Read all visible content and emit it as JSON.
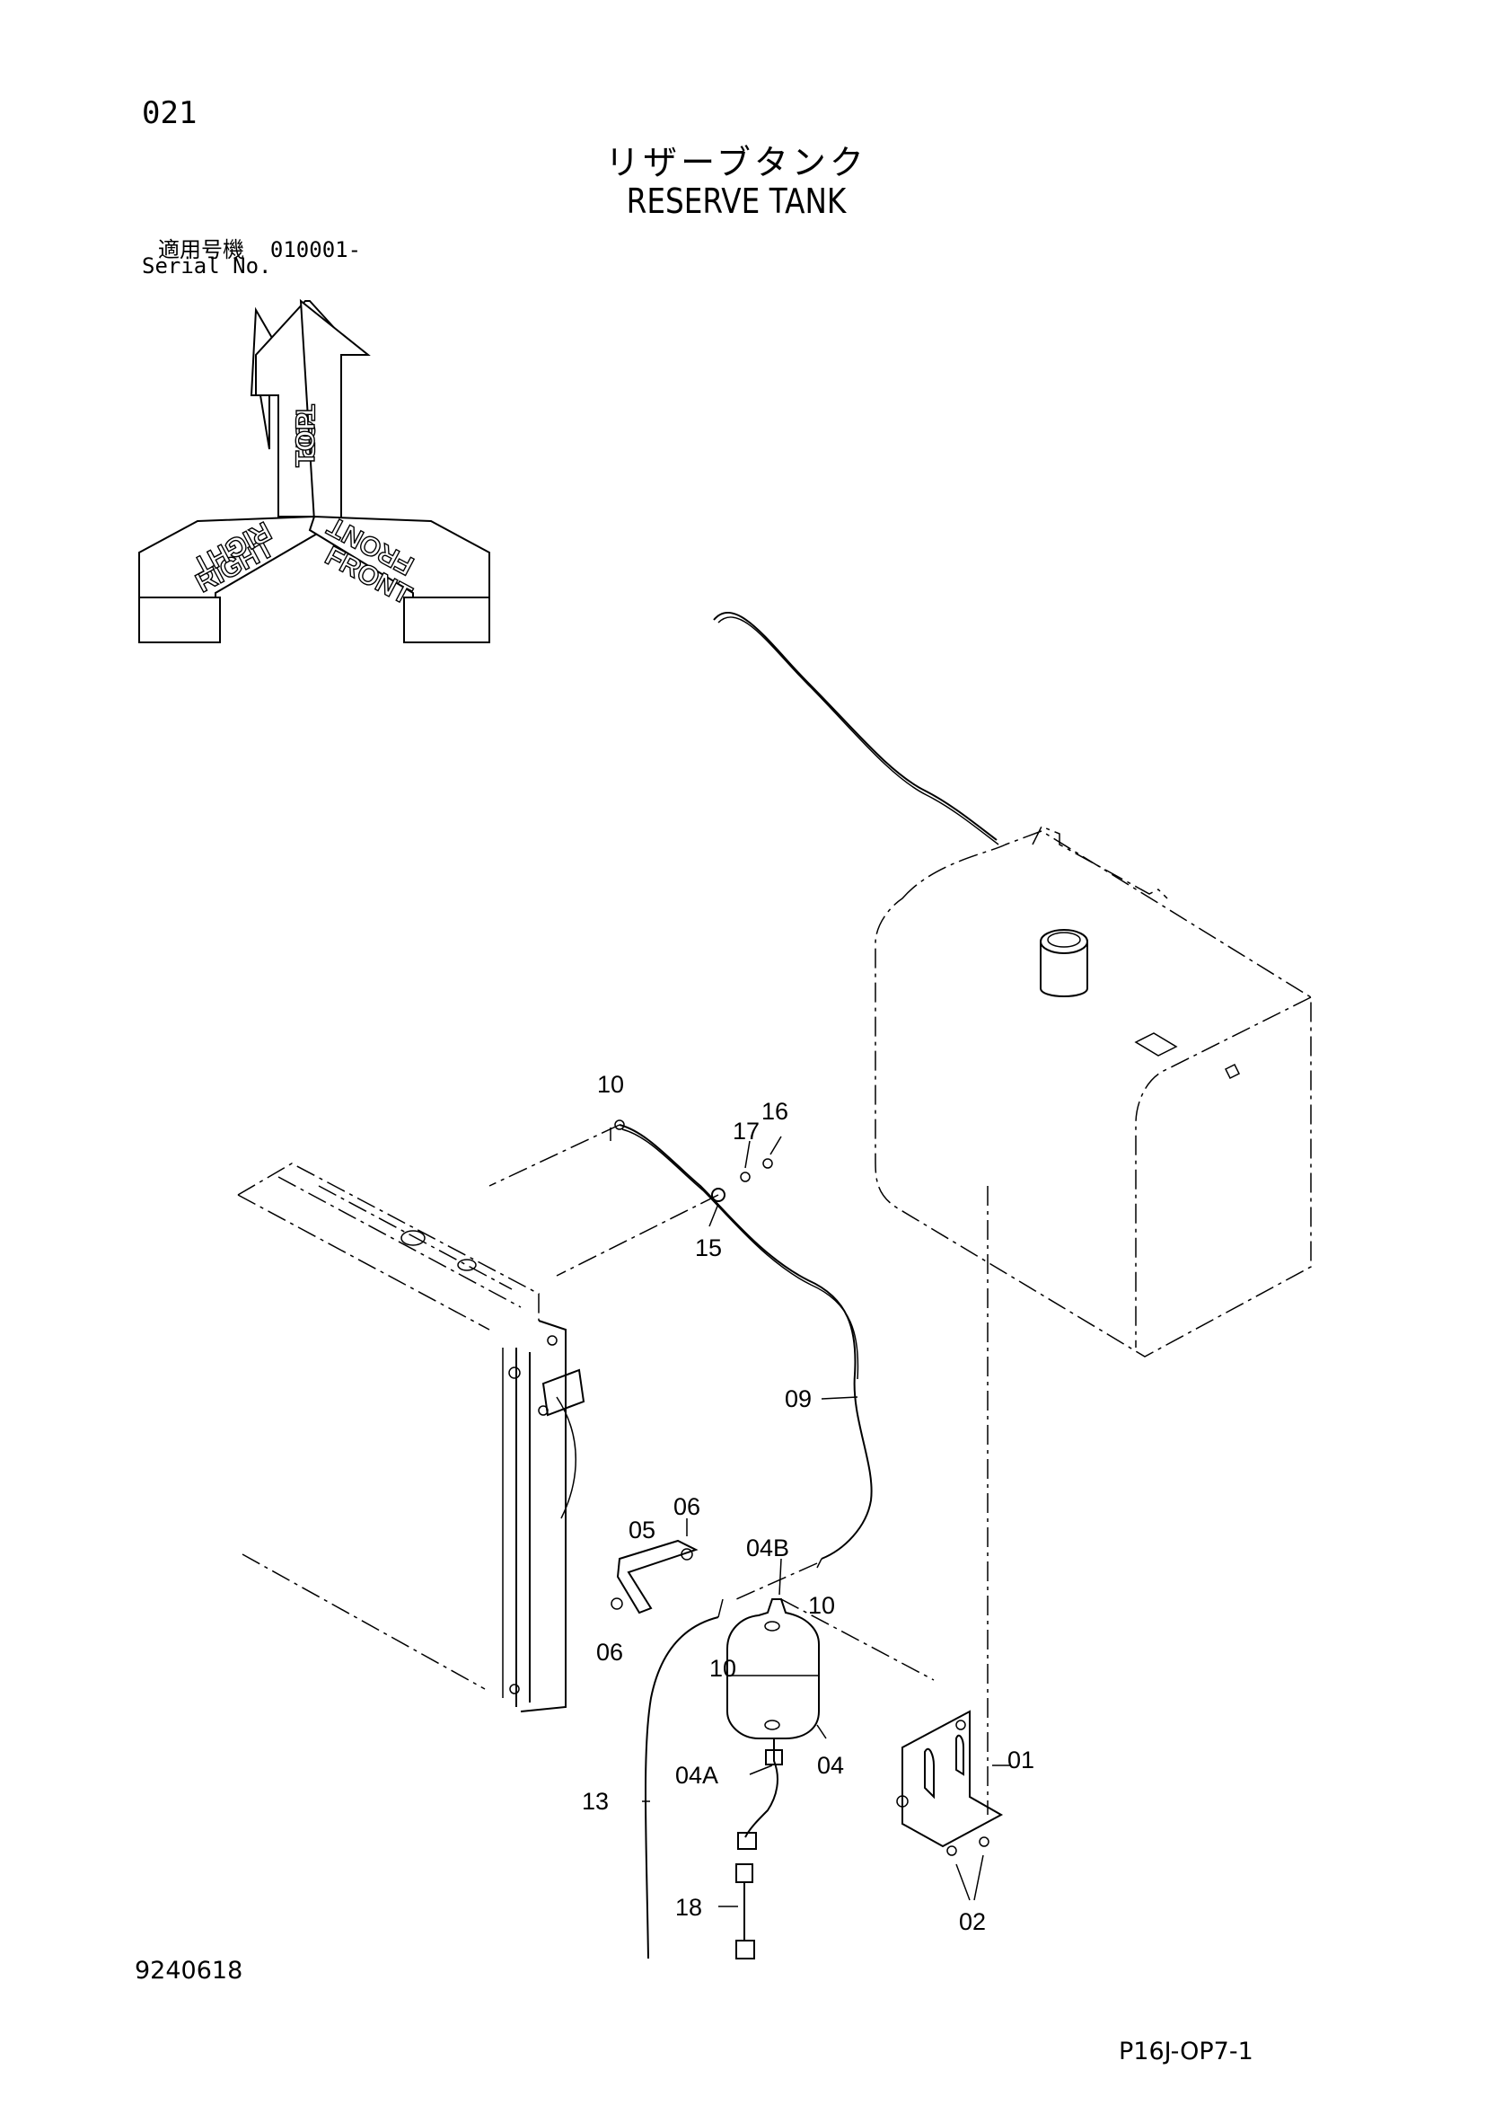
{
  "header": {
    "page_number": "021",
    "title_jp": "リザーブタンク",
    "title_en": "RESERVE TANK",
    "serial_label_jp": "適用号機",
    "serial_range": "010001-",
    "serial_label_en": "Serial No."
  },
  "orientation": {
    "top": "TOP",
    "right": "RIGHT",
    "front": "FRONT"
  },
  "callouts": [
    "10",
    "16",
    "17",
    "15",
    "09",
    "06",
    "05",
    "04B",
    "10",
    "06",
    "10",
    "04",
    "04A",
    "01",
    "13",
    "02",
    "18"
  ],
  "footer": {
    "drawing_number": "9240618",
    "page_ref": "P16J-OP7-1"
  }
}
